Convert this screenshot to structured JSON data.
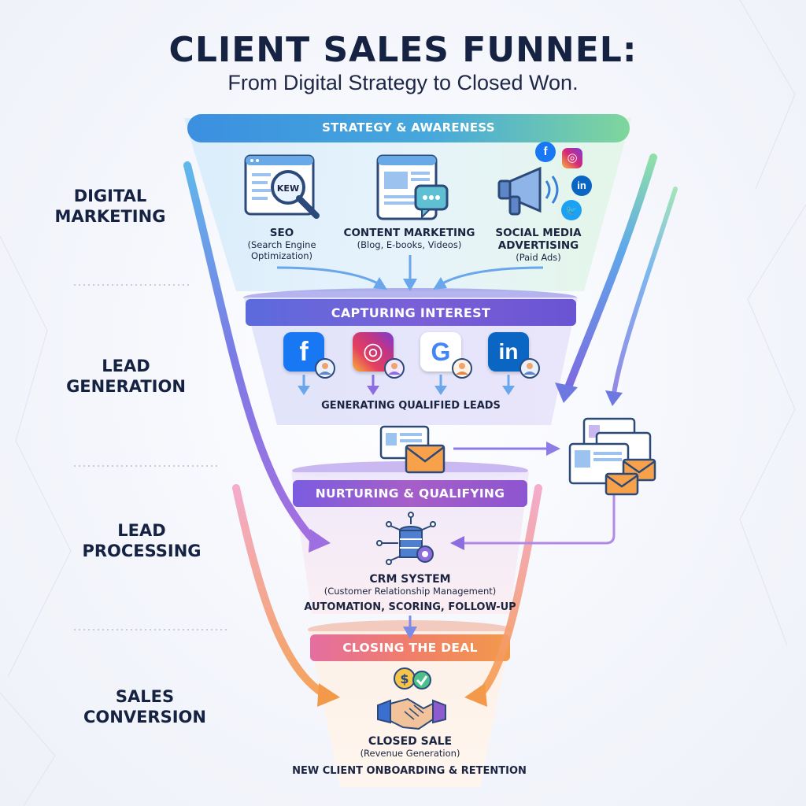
{
  "header": {
    "title": "CLIENT SALES FUNNEL:",
    "subtitle": "From Digital Strategy to Closed Won."
  },
  "stages": [
    {
      "label_line1": "DIGITAL",
      "label_line2": "MARKETING"
    },
    {
      "label_line1": "LEAD",
      "label_line2": "GENERATION"
    },
    {
      "label_line1": "LEAD",
      "label_line2": "PROCESSING"
    },
    {
      "label_line1": "SALES",
      "label_line2": "CONVERSION"
    }
  ],
  "bands": {
    "strategy": "STRATEGY & AWARENESS",
    "capturing": "CAPTURING INTEREST",
    "nurturing": "NURTURING & QUALIFYING",
    "closing": "CLOSING THE DEAL"
  },
  "channels": [
    {
      "title": "SEO",
      "sub1": "(Search Engine",
      "sub2": "Optimization)",
      "icon": "seo-search-icon",
      "badge": "KEW"
    },
    {
      "title": "CONTENT MARKETING",
      "sub1": "(Blog, E-books, Videos)",
      "sub2": "",
      "icon": "content-page-icon"
    },
    {
      "title": "SOCIAL MEDIA",
      "title2": "ADVERTISING",
      "sub1": "(Paid Ads)",
      "sub2": "",
      "icon": "megaphone-icon"
    }
  ],
  "lead_sources": [
    {
      "name": "facebook",
      "glyph": "f",
      "icon": "facebook-icon",
      "color": "#1877f2"
    },
    {
      "name": "instagram",
      "glyph": "◎",
      "icon": "instagram-icon",
      "color": "#d62976"
    },
    {
      "name": "google",
      "glyph": "G",
      "icon": "google-icon",
      "color": "#4285f4"
    },
    {
      "name": "linkedin",
      "glyph": "in",
      "icon": "linkedin-icon",
      "color": "#0a66c2"
    }
  ],
  "social_mini": [
    {
      "glyph": "f",
      "icon": "facebook-mini-icon",
      "color": "#1877f2"
    },
    {
      "glyph": "◎",
      "icon": "instagram-mini-icon",
      "color": "#d62976"
    },
    {
      "glyph": "in",
      "icon": "linkedin-mini-icon",
      "color": "#0a66c2"
    },
    {
      "glyph": "🐦",
      "icon": "twitter-mini-icon",
      "color": "#1da1f2"
    }
  ],
  "leads_caption": "GENERATING QUALIFIED LEADS",
  "crm": {
    "title": "CRM SYSTEM",
    "subtitle": "(Customer Relationship Management)",
    "features": "AUTOMATION, SCORING, FOLLOW-UP"
  },
  "closing": {
    "title": "CLOSED SALE",
    "subtitle": "(Revenue Generation)",
    "footer": "NEW CLIENT ONBOARDING & RETENTION"
  },
  "colors": {
    "title": "#152241",
    "strategy_band": "#3aa0e0",
    "capturing_band": "#6a5bd6",
    "nurturing_band": "#8a5ad0",
    "closing_band": "#ec7a5a"
  }
}
